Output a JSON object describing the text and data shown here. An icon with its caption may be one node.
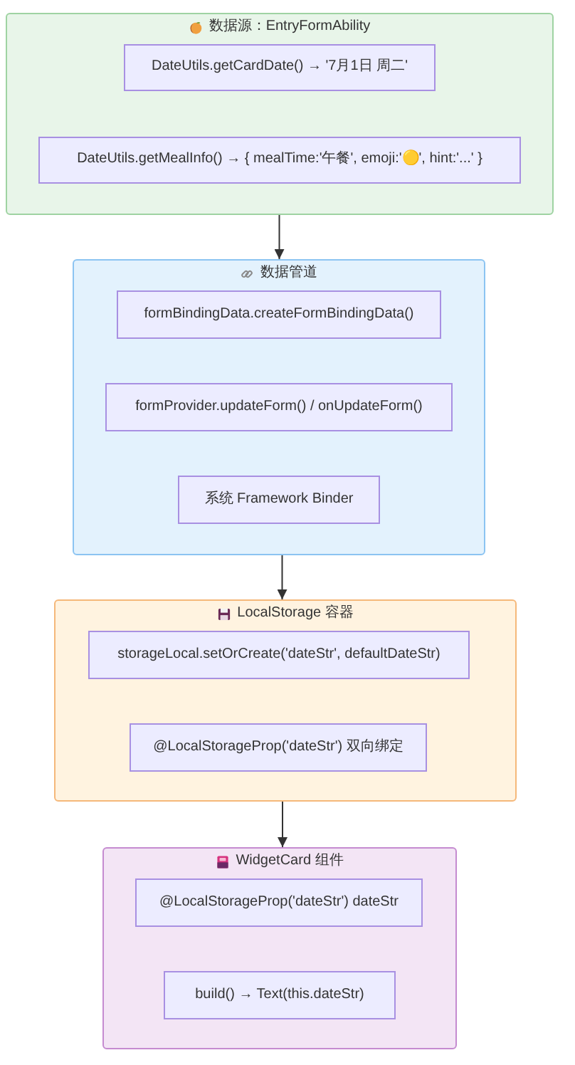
{
  "diagram": {
    "nodes": [
      {
        "text": [
          "数据源：EntryFormAbility"
        ]
      },
      {
        "text": [
          "DateUtils.getCardDate() → '7月1日 周二'"
        ],
        "in": 0
      },
      {
        "text": [
          "DateUtils.getMealInfo() → { mealTime:'午餐', emoji:'🟡', hint:'...' }"
        ],
        "in": 0
      },
      {
        "text": [
          "数据管道"
        ]
      },
      {
        "text": [
          "formBindingData.createFormBindingData()"
        ],
        "in": 3
      },
      {
        "text": [
          "formProvider.updateForm() / onUpdateForm()"
        ],
        "in": 3
      },
      {
        "text": [
          "系统 Framework Binder"
        ],
        "in": 3
      },
      {
        "text": [
          "LocalStorage 容器"
        ]
      },
      {
        "text": [
          "storageLocal.setOrCreate('dateStr', defaultDateStr)"
        ],
        "in": 7
      },
      {
        "text": [
          "@LocalStorageProp('dateStr') 双向绑定"
        ],
        "in": 7
      },
      {
        "text": [
          "WidgetCard 组件"
        ]
      },
      {
        "text": [
          "@LocalStorageProp('dateStr') dateStr"
        ],
        "in": 10
      },
      {
        "text": [
          "build() → Text(this.dateStr)"
        ],
        "in": 10
      }
    ],
    "edges": [
      {
        "from": 0,
        "to": 3,
        "arrow": "to"
      },
      {
        "from": 3,
        "to": 7,
        "arrow": "to"
      },
      {
        "from": 7,
        "to": 10,
        "arrow": "to"
      }
    ]
  }
}
